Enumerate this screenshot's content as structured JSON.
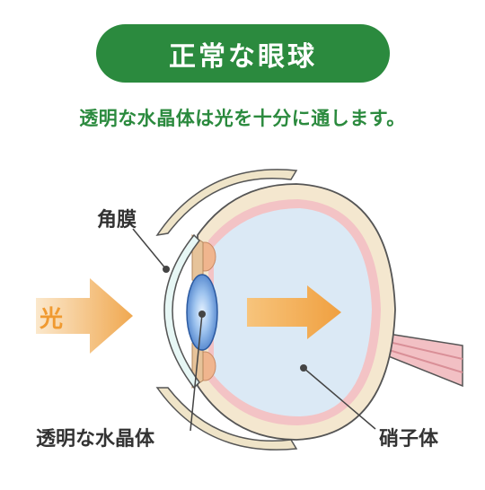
{
  "header": {
    "title": "正常な眼球",
    "subtitle": "透明な水晶体は光を十分に通します。"
  },
  "diagram": {
    "labels": {
      "light": "光",
      "cornea": "角膜",
      "lens": "透明な水晶体",
      "vitreous": "硝子体"
    }
  },
  "colors": {
    "title_bg": "#2b8a3e",
    "subtitle_text": "#2b8a3e",
    "arrow": "#f0b060",
    "light_text": "#f09a30",
    "vitreous_fill": "#dbe9f5",
    "retina": "#f0c6c6",
    "sclera": "#f6ecd8",
    "lens": "#4a7fc8"
  }
}
